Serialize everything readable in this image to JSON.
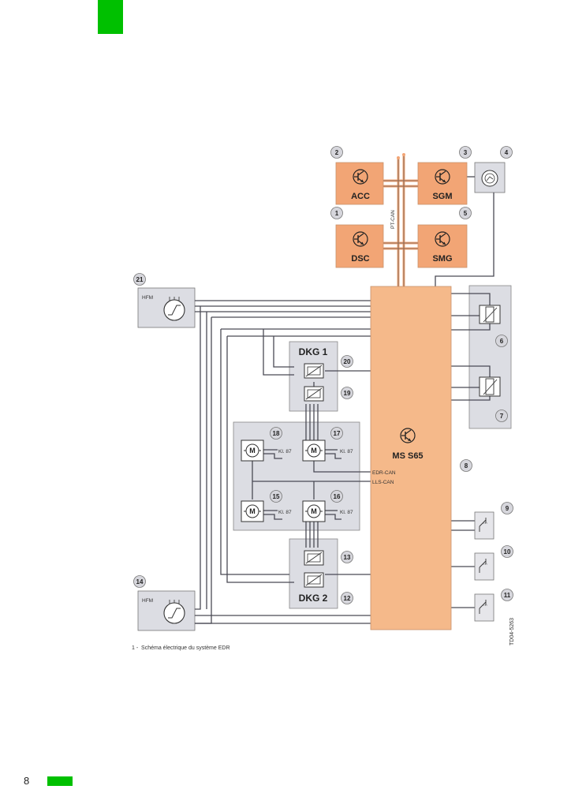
{
  "page": {
    "number": "8",
    "caption": "1 -  Schéma électrique du système EDR",
    "reference": "TD04-5263"
  },
  "bus": {
    "pt_can": "PT-CAN",
    "edr_can": "EDR-CAN",
    "lls_can": "LLS-CAN"
  },
  "ecus": {
    "acc": "ACC",
    "sgm": "SGM",
    "dsc": "DSC",
    "smg": "SMG",
    "ms": "MS S65",
    "dkg1": "DKG 1",
    "dkg2": "DKG 2",
    "hfm_top": "HFM",
    "hfm_bottom": "HFM"
  },
  "terminal": {
    "kl87": "Kl. 87"
  },
  "numbers": {
    "n1": "1",
    "n2": "2",
    "n3": "3",
    "n4": "4",
    "n5": "5",
    "n6": "6",
    "n7": "7",
    "n8": "8",
    "n9": "9",
    "n10": "10",
    "n11": "11",
    "n12": "12",
    "n13": "13",
    "n14": "14",
    "n15": "15",
    "n16": "16",
    "n17": "17",
    "n18": "18",
    "n19": "19",
    "n20": "20",
    "n21": "21"
  },
  "colors": {
    "ecu_fill": "#f2a575",
    "ecu_light": "#f5b98a",
    "panel": "#dcdde3",
    "accent": "#00c000"
  }
}
